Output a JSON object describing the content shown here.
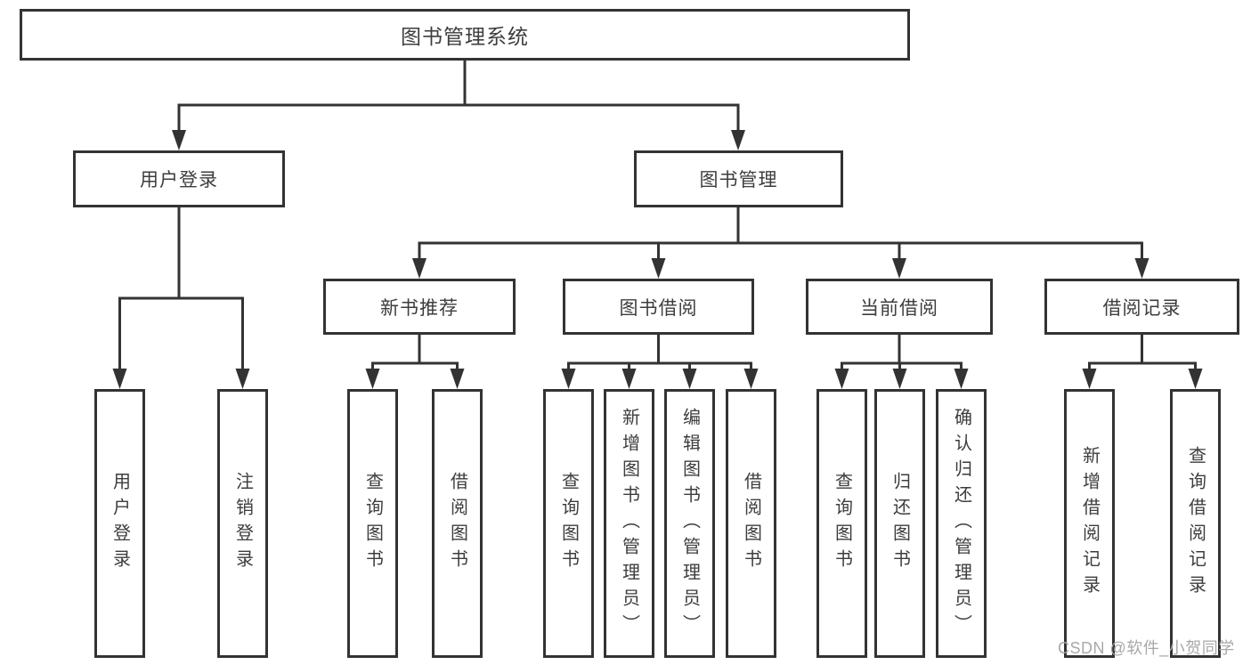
{
  "diagram": {
    "background": "#ffffff",
    "line_color": "#333333",
    "text_color": "#3d3d3d"
  },
  "nodes": {
    "root": {
      "label": "图书管理系统"
    },
    "level2": [
      {
        "label": "用户登录"
      },
      {
        "label": "图书管理"
      }
    ],
    "level3": [
      {
        "label": "新书推荐"
      },
      {
        "label": "图书借阅"
      },
      {
        "label": "当前借阅"
      },
      {
        "label": "借阅记录"
      }
    ],
    "leaves": [
      {
        "label": "用户登录"
      },
      {
        "label": "注销登录"
      },
      {
        "label": "查询图书"
      },
      {
        "label": "借阅图书"
      },
      {
        "label": "查询图书"
      },
      {
        "label": "新增图书（管理员）"
      },
      {
        "label": "编辑图书（管理员）"
      },
      {
        "label": "借阅图书"
      },
      {
        "label": "查询图书"
      },
      {
        "label": "归还图书"
      },
      {
        "label": "确认归还（管理员）"
      },
      {
        "label": "新增借阅记录"
      },
      {
        "label": "查询借阅记录"
      }
    ]
  },
  "watermark": {
    "text": "CSDN @软件_小贺同学",
    "color": "#a8a8a8"
  }
}
